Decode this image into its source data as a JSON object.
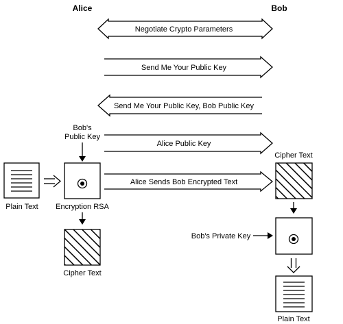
{
  "headers": {
    "alice": "Alice",
    "bob": "Bob"
  },
  "messages": [
    {
      "label": "Negotiate Crypto Parameters",
      "direction": "both"
    },
    {
      "label": "Send Me Your Public Key",
      "direction": "right"
    },
    {
      "label": "Send Me Your Public Key, Bob Public Key",
      "direction": "left"
    },
    {
      "label": "Alice Public Key",
      "direction": "right"
    },
    {
      "label": "Alice Sends Bob Encrypted Text",
      "direction": "right"
    }
  ],
  "alice_side": {
    "key_label_line1": "Bob's",
    "key_label_line2": "Public Key",
    "plain_text": "Plain Text",
    "encryption": "Encryption RSA",
    "cipher_text": "Cipher Text"
  },
  "bob_side": {
    "cipher_text": "Cipher Text",
    "private_key": "Bob's Private Key",
    "plain_text": "Plain Text"
  },
  "colors": {
    "stroke": "#000000",
    "background": "#ffffff"
  },
  "icons": [
    "document-icon",
    "lock-icon",
    "hatched-cipher-icon",
    "arrow-icon"
  ]
}
